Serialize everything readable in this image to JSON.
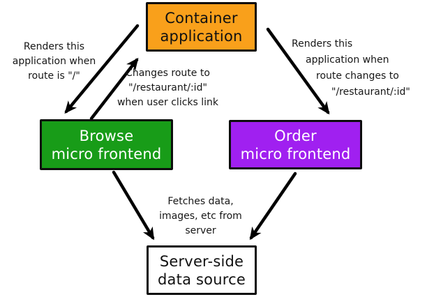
{
  "diagram": {
    "nodes": {
      "container": {
        "lines": [
          "Container",
          "application"
        ],
        "bg": "#F9A01B",
        "text_color": "#111111"
      },
      "browse": {
        "lines": [
          "Browse",
          "micro frontend"
        ],
        "bg": "#189C18",
        "text_color": "#FFFFFF"
      },
      "order": {
        "lines": [
          "Order",
          "micro frontend"
        ],
        "bg": "#A020F0",
        "text_color": "#FFFFFF"
      },
      "server": {
        "lines": [
          "Server-side",
          "data source"
        ],
        "bg": "#FFFFFF",
        "text_color": "#111111"
      }
    },
    "annotations": {
      "renders_browse": {
        "lines": [
          "Renders this",
          "application when",
          "route is \"/\""
        ]
      },
      "changes_route": {
        "lines": [
          "Changes route to",
          "\"/restaurant/:id\"",
          "when user clicks link"
        ]
      },
      "renders_order": {
        "lines": [
          "Renders this",
          "application when",
          "route changes to",
          "\"/restaurant/:id\""
        ]
      },
      "fetches": {
        "lines": [
          "Fetches data,",
          "images, etc from",
          "server"
        ]
      }
    },
    "arrow_color": "#000000"
  }
}
